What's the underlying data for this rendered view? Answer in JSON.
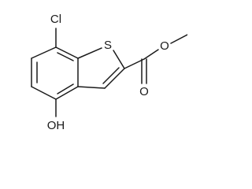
{
  "structure": {
    "atoms": {
      "cl": "Cl",
      "s": "S",
      "o_carbonyl": "O",
      "o_ester": "O",
      "oh": "OH"
    }
  }
}
